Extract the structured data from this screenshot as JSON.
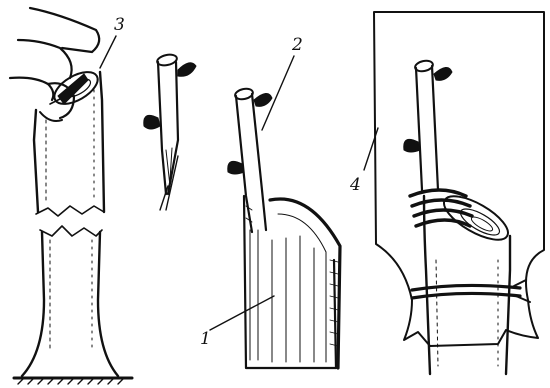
{
  "figure": {
    "labels": {
      "label_1": "1",
      "label_2": "2",
      "label_3": "3",
      "label_4": "4"
    }
  },
  "colors": {
    "ink": "#111111",
    "paper": "#ffffff"
  },
  "panels": [
    {
      "name": "rootstock-with-knife"
    },
    {
      "name": "scion-cutting"
    },
    {
      "name": "scion-inserted-under-bark"
    },
    {
      "name": "bound-graft-in-bag"
    }
  ]
}
